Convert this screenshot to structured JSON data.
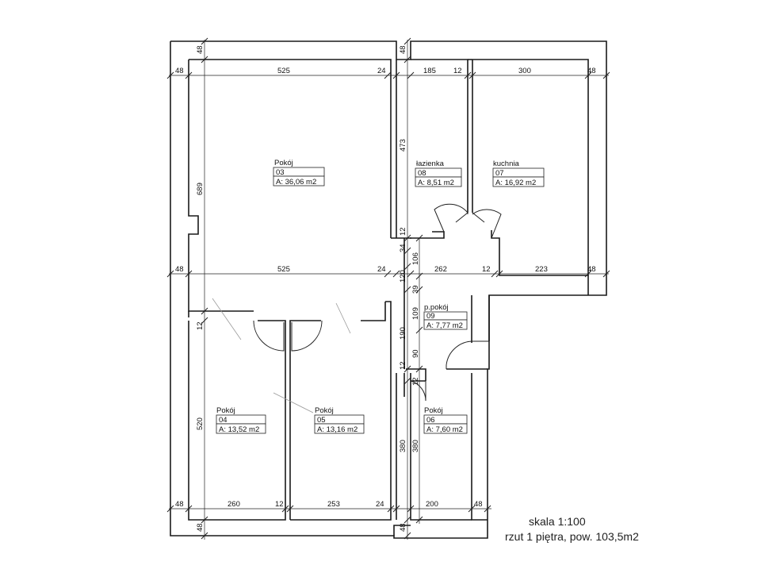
{
  "rooms": {
    "r03": {
      "name": "Pokój",
      "number": "03",
      "area": "A: 36,06 m2"
    },
    "r08": {
      "name": "łazienka",
      "number": "08",
      "area": "A: 8,51 m2"
    },
    "r07": {
      "name": "kuchnia",
      "number": "07",
      "area": "A: 16,92 m2"
    },
    "r09": {
      "name": "p.pokój",
      "number": "09",
      "area": "A: 7,77 m2"
    },
    "r04": {
      "name": "Pokój",
      "number": "04",
      "area": "A: 13,52 m2"
    },
    "r05": {
      "name": "Pokój",
      "number": "05",
      "area": "A: 13,16 m2"
    },
    "r06": {
      "name": "Pokój",
      "number": "06",
      "area": "A: 7,60 m2"
    }
  },
  "dims": {
    "top_48_v_left": "48",
    "top_48_v_mid": "48",
    "top_48_l": "48",
    "top_525": "525",
    "top_24": "24",
    "top_185": "185",
    "top_12": "12",
    "top_300": "300",
    "top_48_r": "48",
    "mid_48_l": "48",
    "mid_525": "525",
    "mid_24": "24",
    "mid_262": "262",
    "mid_12": "12",
    "mid_223": "223",
    "mid_48_r": "48",
    "bot_48_l": "48",
    "bot_260": "260",
    "bot_12_a": "12",
    "bot_253": "253",
    "bot_24": "24",
    "bot_200": "200",
    "bot_48_r": "48",
    "bot_48_v_left": "48",
    "bot_48_v_mid": "48",
    "v_689": "689",
    "v_12_left": "12",
    "v_520": "520",
    "v_473": "473",
    "v_12_a": "12",
    "v_34": "34",
    "v_106": "106",
    "v_120": "120",
    "v_39": "39",
    "v_109": "109",
    "v_190": "190",
    "v_90": "90",
    "v_12_b": "12",
    "v_12_c": "12",
    "v_380_a": "380",
    "v_380_b": "380"
  },
  "caption": {
    "scale": "skala 1:100",
    "title": "rzut 1 piętra, pow. 103,5m2"
  }
}
